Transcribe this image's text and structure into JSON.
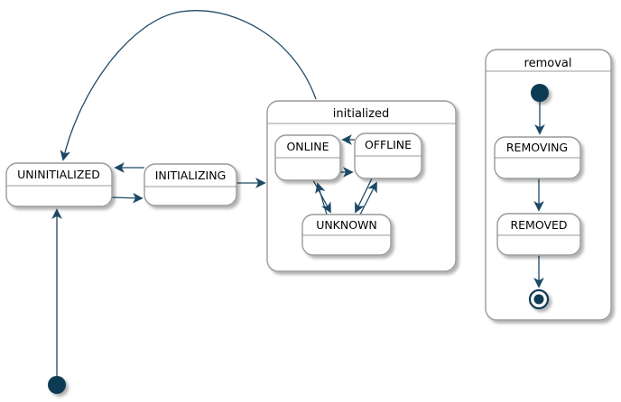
{
  "diagram_type": "state-diagram",
  "states": {
    "uninitialized": {
      "label": "UNINITIALIZED"
    },
    "initializing": {
      "label": "INITIALIZING"
    },
    "online": {
      "label": "ONLINE"
    },
    "offline": {
      "label": "OFFLINE"
    },
    "unknown": {
      "label": "UNKNOWN"
    },
    "removing": {
      "label": "REMOVING"
    },
    "removed": {
      "label": "REMOVED"
    }
  },
  "composites": {
    "initialized": {
      "title": "initialized"
    },
    "removal": {
      "title": "removal"
    }
  },
  "pseudostates": [
    {
      "type": "initial",
      "container": "root"
    },
    {
      "type": "initial",
      "container": "removal"
    },
    {
      "type": "final",
      "container": "removal"
    }
  ],
  "transitions": [
    {
      "from": "initial",
      "to": "UNINITIALIZED"
    },
    {
      "from": "UNINITIALIZED",
      "to": "INITIALIZING"
    },
    {
      "from": "INITIALIZING",
      "to": "UNINITIALIZED"
    },
    {
      "from": "INITIALIZING",
      "to": "initialized"
    },
    {
      "from": "initialized",
      "to": "UNINITIALIZED"
    },
    {
      "from": "OFFLINE",
      "to": "ONLINE"
    },
    {
      "from": "ONLINE",
      "to": "OFFLINE"
    },
    {
      "from": "ONLINE",
      "to": "UNKNOWN"
    },
    {
      "from": "UNKNOWN",
      "to": "ONLINE"
    },
    {
      "from": "OFFLINE",
      "to": "UNKNOWN"
    },
    {
      "from": "UNKNOWN",
      "to": "OFFLINE"
    },
    {
      "from": "removal.initial",
      "to": "REMOVING"
    },
    {
      "from": "REMOVING",
      "to": "REMOVED"
    },
    {
      "from": "REMOVED",
      "to": "removal.final"
    }
  ],
  "colors": {
    "arrow": "#1c4966",
    "border": "#9a9a9a",
    "state_fill": "#ffffff",
    "pseudostate": "#113a52",
    "text": "#000000",
    "background": "#ffffff"
  }
}
